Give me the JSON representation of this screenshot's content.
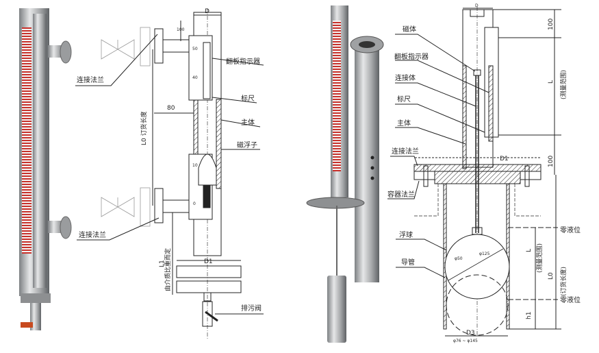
{
  "left_drawing": {
    "labels": {
      "flange_top": "连接法兰",
      "flange_bottom": "连接法兰",
      "flap_indicator": "翻板指示器",
      "scale": "标尺",
      "main_body": "主体",
      "magnetic_float": "磁浮子",
      "drain_valve": "排污阀"
    },
    "dims": {
      "d": "D",
      "top_100": "100",
      "offset_80": "80",
      "lo": "L0 订货长度",
      "l1": "L1",
      "l1_note": "由介质比重而定",
      "d1": "D1",
      "scale_50": "50",
      "scale_40": "40",
      "scale_10": "10",
      "scale_0": "0"
    }
  },
  "right_drawing": {
    "labels": {
      "magnet": "磁体",
      "flap_indicator": "翻板指示器",
      "connector": "连接体",
      "scale": "标尺",
      "main_body": "主体",
      "flange": "连接法兰",
      "vessel_flange": "容器法兰",
      "float_ball": "浮球",
      "guide_tube": "导管",
      "zero_level_top": "零液位",
      "zero_level_bottom": "零液位"
    },
    "dims": {
      "d": "D",
      "top_100": "100",
      "l_upper": "L",
      "range_upper": "(测量范围)",
      "mid_100": "100",
      "d1": "D1",
      "l_lower": "L",
      "range_lower": "(测量范围)",
      "lo": "L0",
      "order_length": "(订货长度)",
      "h1": "h1",
      "d3": "D3",
      "d3_range": "φ76 ~ φ145",
      "phi50": "φ50",
      "phi125": "φ125"
    }
  },
  "colors": {
    "line": "#222222",
    "steel": "#a9abad",
    "scale_red": "#c8302a"
  }
}
